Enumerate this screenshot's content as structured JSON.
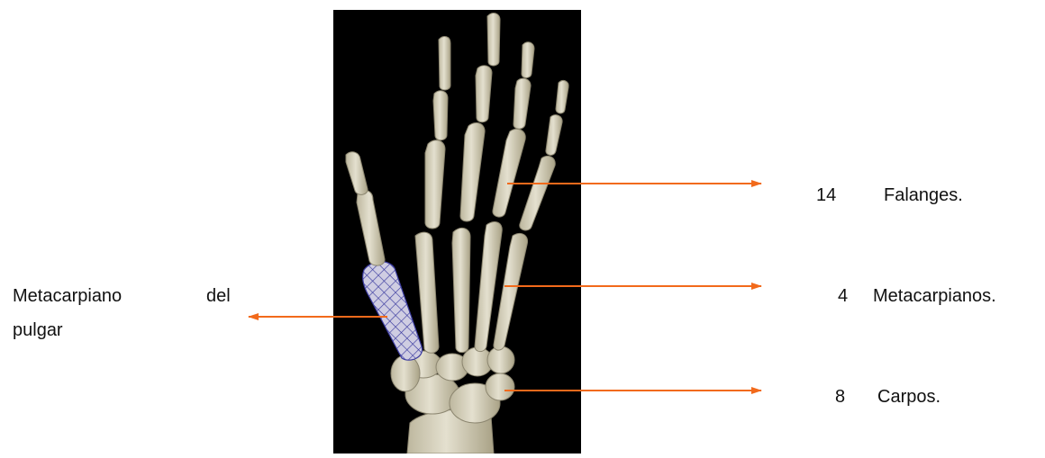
{
  "colors": {
    "arrow": "#f26a1b",
    "bone": "#d8d3bf",
    "bone_shade": "#b5ae95",
    "background_panel": "#000000",
    "highlight": "#4a4aa8"
  },
  "left_label": {
    "line1_word1": "Metacarpiano",
    "line1_word2": "del",
    "line2": "pulgar"
  },
  "right_labels": [
    {
      "number": "14",
      "text": "Falanges."
    },
    {
      "number": "4",
      "text": "Metacarpianos."
    },
    {
      "number": "8",
      "text": "Carpos."
    }
  ]
}
